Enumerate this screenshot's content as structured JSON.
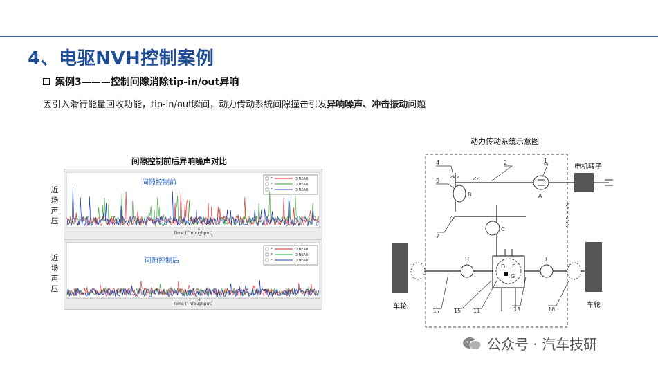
{
  "page": {
    "title": "4、电驱NVH控制案例",
    "bullet": "案例3———控制间隙消除tip-in/out异响",
    "desc_prefix": "因引入滑行能量回收功能，tip-in/out瞬间，动力传动系统间隙撞击引发",
    "desc_bold1": "异响噪声",
    "desc_mid": "、",
    "desc_bold2": "冲击振动",
    "desc_suffix": "问题"
  },
  "chart": {
    "title": "间隙控制前后异响噪声对比",
    "ylabel_chars": [
      "近",
      "场",
      "声",
      "压"
    ],
    "xlabel": "Time (Throughput)",
    "tick": "s",
    "panel1_label": "间隙控制前",
    "panel2_label": "间隙控制后",
    "legend": [
      {
        "f": "F",
        "name": "D:NEAR",
        "color": "#e31a1c"
      },
      {
        "f": "F",
        "name": "D:NEAR",
        "color": "#2ca02c"
      },
      {
        "f": "F",
        "name": "D:NEAR",
        "color": "#1f3fbf"
      }
    ]
  },
  "diagram": {
    "title": "动力传动系统示意图",
    "motor_label": "电机转子",
    "wheel_left_label": "车轮",
    "wheel_right_label": "车轮",
    "numbers": [
      "4",
      "2",
      "1",
      "9",
      "7",
      "17",
      "15",
      "11",
      "13",
      "18"
    ],
    "letters": [
      "A",
      "B",
      "C",
      "D",
      "E",
      "G",
      "H",
      "I"
    ]
  },
  "watermark": {
    "text": "公众号 · 汽车技研"
  },
  "colors": {
    "accent": "#1f4e96",
    "rule": "#3a5d9c",
    "wheel": "#555555"
  }
}
